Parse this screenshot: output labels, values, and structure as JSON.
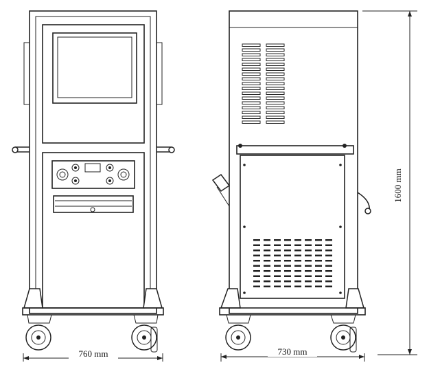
{
  "figure": {
    "front_view": {
      "width_label": "760 mm"
    },
    "side_view": {
      "depth_label": "730 mm",
      "height_label": "1600 mm"
    }
  },
  "colors": {
    "stroke": "#222222",
    "background": "#ffffff"
  }
}
